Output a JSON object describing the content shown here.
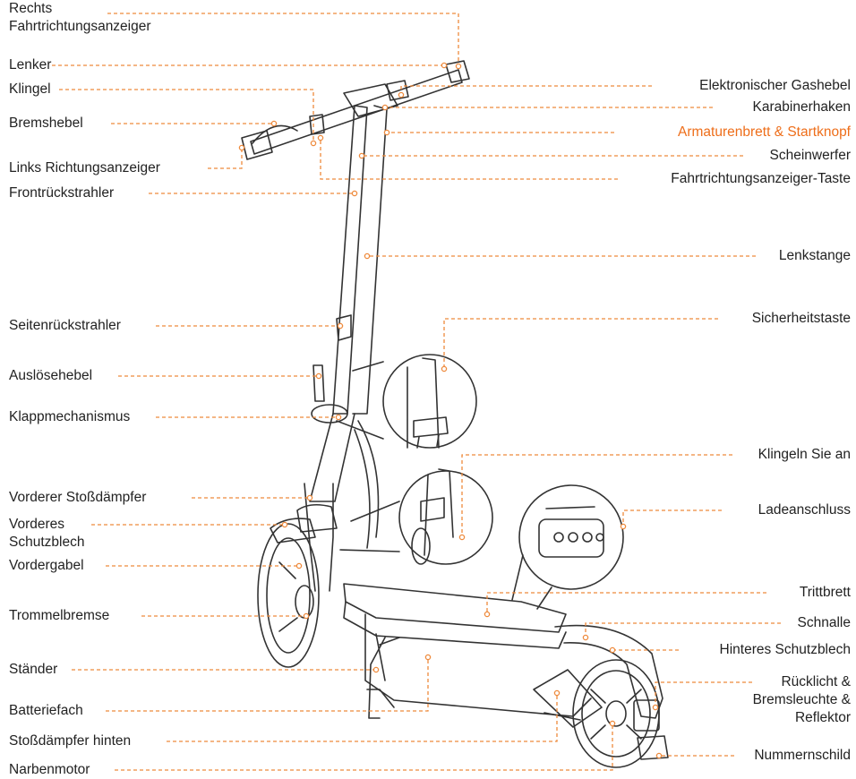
{
  "colors": {
    "leader": "#ee8a3c",
    "highlight": "#ee6e1a",
    "line": "#333333",
    "text": "#222222"
  },
  "labels_left": [
    {
      "id": "rechts",
      "lines": [
        "Rechts",
        "Fahrtrichtungsanzeiger"
      ]
    },
    {
      "id": "lenker",
      "lines": [
        "Lenker"
      ]
    },
    {
      "id": "klingel",
      "lines": [
        "Klingel"
      ]
    },
    {
      "id": "bremshebel",
      "lines": [
        "Bremshebel"
      ]
    },
    {
      "id": "links",
      "lines": [
        "Links Richtungsanzeiger"
      ]
    },
    {
      "id": "frontrueck",
      "lines": [
        "Frontrückstrahler"
      ]
    },
    {
      "id": "seitenrueck",
      "lines": [
        "Seitenrückstrahler"
      ]
    },
    {
      "id": "ausloese",
      "lines": [
        "Auslösehebel"
      ]
    },
    {
      "id": "klapp",
      "lines": [
        "Klappmechanismus"
      ]
    },
    {
      "id": "vordstoss",
      "lines": [
        "Vorderer Stoßdämpfer"
      ]
    },
    {
      "id": "vordschutz",
      "lines": [
        "Vorderes",
        "Schutzblech"
      ]
    },
    {
      "id": "vordergabel",
      "lines": [
        "Vordergabel"
      ]
    },
    {
      "id": "trommel",
      "lines": [
        "Trommelbremse"
      ]
    },
    {
      "id": "staender",
      "lines": [
        "Ständer"
      ]
    },
    {
      "id": "batterie",
      "lines": [
        "Batteriefach"
      ]
    },
    {
      "id": "stossh",
      "lines": [
        "Stoßdämpfer hinten"
      ]
    },
    {
      "id": "narben",
      "lines": [
        "Narbenmotor"
      ]
    }
  ],
  "labels_right": [
    {
      "id": "gas",
      "lines": [
        "Elektronischer Gashebel"
      ]
    },
    {
      "id": "karabiner",
      "lines": [
        "Karabinerhaken"
      ]
    },
    {
      "id": "armatur",
      "lines": [
        "Armaturenbrett & Startknopf"
      ],
      "highlight": true
    },
    {
      "id": "schein",
      "lines": [
        "Scheinwerfer"
      ]
    },
    {
      "id": "fahrtaste",
      "lines": [
        "Fahrtrichtungsanzeiger-Taste"
      ]
    },
    {
      "id": "lenkstange",
      "lines": [
        "Lenkstange"
      ]
    },
    {
      "id": "sicher",
      "lines": [
        "Sicherheitstaste"
      ]
    },
    {
      "id": "klingeln",
      "lines": [
        "Klingeln Sie an"
      ]
    },
    {
      "id": "lade",
      "lines": [
        "Ladeanschluss"
      ]
    },
    {
      "id": "tritt",
      "lines": [
        "Trittbrett"
      ]
    },
    {
      "id": "schnalle",
      "lines": [
        "Schnalle"
      ]
    },
    {
      "id": "hintschutz",
      "lines": [
        "Hinteres Schutzblech"
      ]
    },
    {
      "id": "rueck",
      "lines": [
        "Rücklicht &",
        "Bremsleuchte &",
        "Reflektor"
      ]
    },
    {
      "id": "nummer",
      "lines": [
        "Nummernschild"
      ]
    }
  ]
}
